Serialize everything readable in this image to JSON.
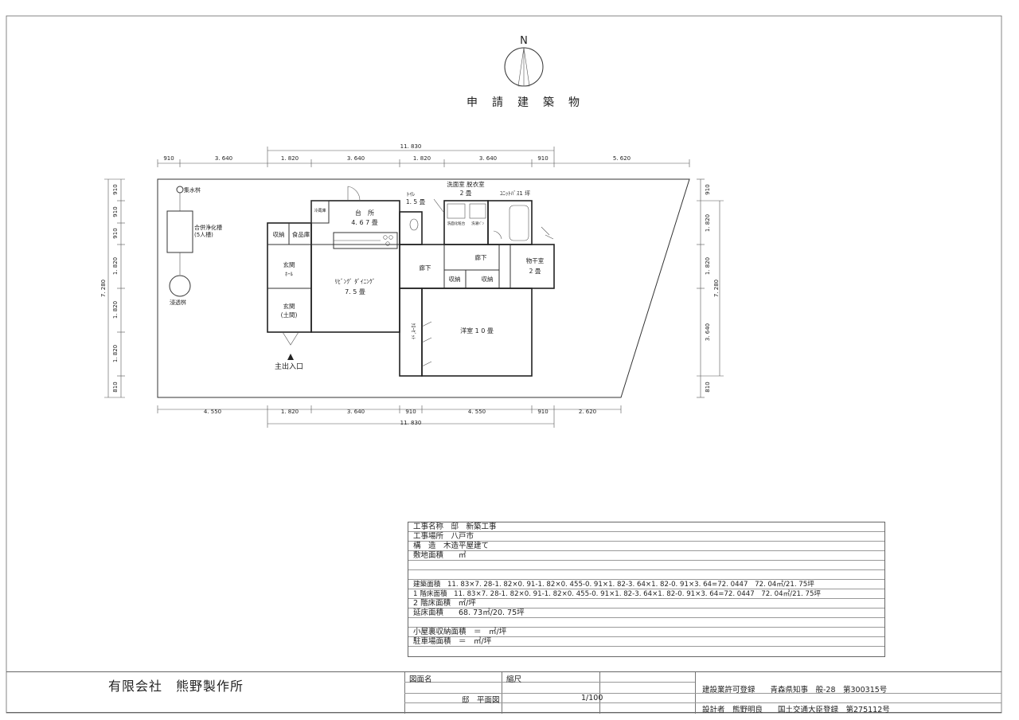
{
  "compass": {
    "north": "N"
  },
  "drawing_title": "申　請　建　築　物",
  "dims_top_outer": [
    "910",
    "3. 640",
    "1. 820",
    "3. 640",
    "1. 820",
    "3. 640",
    "910",
    "5. 620"
  ],
  "dim_top_total": "11. 830",
  "dims_bottom": [
    "4. 550",
    "1. 820",
    "3. 640",
    "910",
    "4. 550",
    "910",
    "2. 620"
  ],
  "dim_bottom_total": "11. 830",
  "dims_left": [
    "910",
    "910",
    "910",
    "1. 820",
    "1. 820",
    "1. 820",
    "810"
  ],
  "dim_left_total": "7. 280",
  "dims_right": [
    "910",
    "1. 820",
    "1. 820",
    "3. 640",
    "810"
  ],
  "dim_right_total": "7. 280",
  "site": {
    "catch_basin": "集水桝",
    "septic_1": "合併浄化槽",
    "septic_2": "(5人槽)",
    "infiltration": "浸透桝",
    "main_entrance": "主出入口"
  },
  "rooms": {
    "kitchen_name": "台　所",
    "kitchen_size": "4. 6 7 畳",
    "fridge": "冷蔵庫",
    "storage": "収納",
    "pantry": "食品庫",
    "hall_1": "玄関",
    "hall_2": "ﾎｰﾙ",
    "genkan_1": "玄関",
    "genkan_2": "(土間)",
    "living_name": "ﾘﾋﾞﾝｸﾞ ﾀﾞｲﾆﾝｸﾞ",
    "living_size": "7. 5 畳",
    "toilet_name": "ﾄｲﾚ",
    "toilet_size": "1. 5 畳",
    "wash_name": "洗面室 脱衣室",
    "wash_size": "2 畳",
    "wash_counter": "洗面化粧台",
    "washer": "洗濯ﾊﾟﾝ",
    "bath": "ﾕﾆｯﾄﾊﾞｽ1 坪",
    "corridor_1": "廊下",
    "corridor_2": "廊下",
    "storage_2": "収納",
    "storage_3": "収納",
    "drying_name": "物干室",
    "drying_size": "2 畳",
    "closet": "ｸﾛｰｾﾞｯﾄ",
    "western_room": "洋室 1 0 畳"
  },
  "info_table": {
    "project": "工事名称　邸　新築工事",
    "location": "工事場所　八戸市",
    "structure": "構　造　木造平屋建て",
    "site_area": "敷地面積　　㎡",
    "building_area": "建築面積　11. 83×7. 28-1. 82×0. 91-1. 82×0. 455-0. 91×1. 82-3. 64×1. 82-0. 91×3. 64=72. 0447　72. 04㎡/21. 75坪",
    "floor1_area": "1 階床面積　11. 83×7. 28-1. 82×0. 91-1. 82×0. 455-0. 91×1. 82-3. 64×1. 82-0. 91×3. 64=72. 0447　72. 04㎡/21. 75坪",
    "floor2_area": "2 階床面積　㎡/坪",
    "total_floor": "延床面積　　68. 73㎡/20. 75坪",
    "attic": "小屋裏収納面積　＝　㎡/坪",
    "parking": "駐車場面積　＝　㎡/坪"
  },
  "title_block": {
    "company": "有限会社　熊野製作所",
    "drawing_name_label": "図面名",
    "scale_label": "縮尺",
    "drawing_name": "邸　平面図",
    "scale": "1/100",
    "license": "建設業許可登録　　青森県知事　般-28　第300315号",
    "designer": "設計者　熊野明良　　国土交通大臣登録　第275112号"
  },
  "colors": {
    "line": "#333333",
    "background": "#ffffff"
  }
}
